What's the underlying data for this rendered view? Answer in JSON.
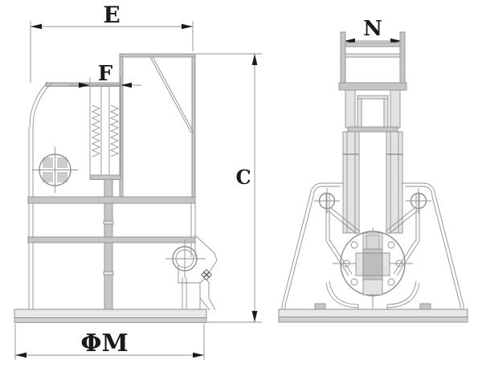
{
  "drawing": {
    "labels": {
      "e": "E",
      "f": "F",
      "c": "C",
      "n": "N",
      "phi_m": "ΦM"
    },
    "colors": {
      "line": "#8f8f8f",
      "line-dark": "#6f6f6f",
      "fill-light": "#e3e3e3",
      "fill-mid": "#c6c6c6",
      "fill-dark": "#bdbdbd",
      "text": "#1a1a1a",
      "background": "#ffffff"
    }
  }
}
